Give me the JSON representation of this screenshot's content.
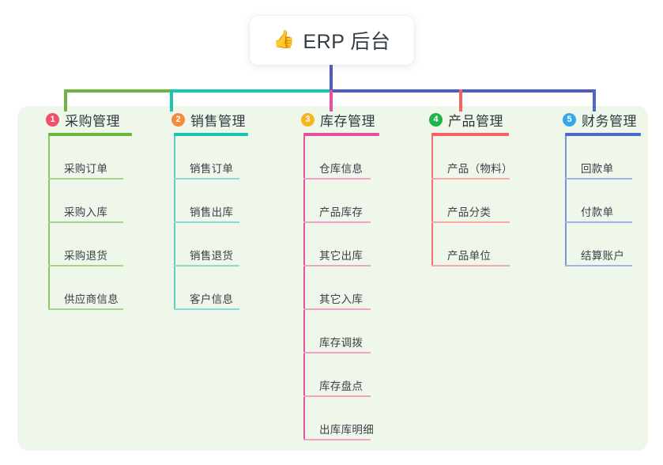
{
  "root": {
    "icon": "thumbs-up-icon",
    "icon_glyph": "👍",
    "title": "ERP 后台"
  },
  "palette": {
    "panel_bg": "#eef7e9",
    "page_bg": "#ffffff",
    "trunk": "#4e5bc4",
    "bus_green": "#6fb43f",
    "bus_teal": "#18c5b0",
    "bus_indigo": "#4e5bc4"
  },
  "columns": [
    {
      "index": "1",
      "title": "采购管理",
      "badge_color": "#f0506a",
      "rule_color": "#6fb43f",
      "spine_color": "#8cc663",
      "item_rule_color": "#a9d487",
      "drop_color": "#6fb43f",
      "items": [
        {
          "label": "采购订单"
        },
        {
          "label": "采购入库"
        },
        {
          "label": "采购退货"
        },
        {
          "label": "供应商信息"
        }
      ]
    },
    {
      "index": "2",
      "title": "销售管理",
      "badge_color": "#f58a3c",
      "rule_color": "#18c5b0",
      "spine_color": "#5ccfc2",
      "item_rule_color": "#8adbd2",
      "drop_color": "#18c5b0",
      "items": [
        {
          "label": "销售订单"
        },
        {
          "label": "销售出库"
        },
        {
          "label": "销售退货"
        },
        {
          "label": "客户信息"
        }
      ]
    },
    {
      "index": "3",
      "title": "库存管理",
      "badge_color": "#f5b721",
      "rule_color": "#e8509f",
      "spine_color": "#e3519c",
      "item_rule_color": "#f0a2c8",
      "drop_color": "#e8509f",
      "items": [
        {
          "label": "仓库信息"
        },
        {
          "label": "产品库存"
        },
        {
          "label": "其它出库"
        },
        {
          "label": "其它入库"
        },
        {
          "label": "库存调拨"
        },
        {
          "label": "库存盘点"
        },
        {
          "label": "出库库明细"
        }
      ]
    },
    {
      "index": "4",
      "title": "产品管理",
      "badge_color": "#22b24c",
      "rule_color": "#f7605e",
      "spine_color": "#f4706d",
      "item_rule_color": "#f8a9a6",
      "drop_color": "#f7605e",
      "items": [
        {
          "label": "产品（物料）"
        },
        {
          "label": "产品分类"
        },
        {
          "label": "产品单位"
        }
      ]
    },
    {
      "index": "5",
      "title": "财务管理",
      "badge_color": "#35a9e8",
      "rule_color": "#4e68c9",
      "spine_color": "#7d92da",
      "item_rule_color": "#a2b2e6",
      "drop_color": "#4e68c9",
      "items": [
        {
          "label": "回款单"
        },
        {
          "label": "付款单"
        },
        {
          "label": "结算账户"
        }
      ]
    }
  ]
}
